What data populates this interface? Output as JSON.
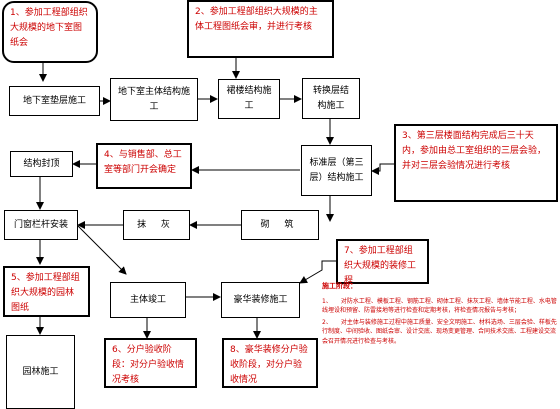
{
  "boxes": {
    "b1": "1、参加工程部组织大规模的地下室图纸会",
    "b2": "2、参加工程部组织大规模的主体工程图纸会审，并进行考核",
    "foundation": "地下室垫层施工",
    "basement": "地下室主体结构施工",
    "podium": "裙楼结构施工",
    "transfer": "转换层结构施工",
    "b3": "3、第三层楼面结构完成后三十天内，参加由总工室组织的三层会验，并对三层会验情况进行考核",
    "standard": "标准层（第三层）结构施工",
    "b4": "4、与销售部、总工室等部门开会确定",
    "roof": "结构封顶",
    "window": "门窗栏杆安装",
    "plaster": "抹    灰",
    "masonry": "砌    筑",
    "b7": "7、参加工程部组织大规模的装修工程",
    "b5": "5、参加工程部组织大规模的园林图纸",
    "acceptance": "主体竣工",
    "luxury": "豪华装修施工",
    "garden": "园林施工",
    "b6": "6、分户验收阶段：对分户验收情况考核",
    "b8": "8、豪华装修分户验收阶段，对分户验收情况"
  },
  "notes": {
    "title": "施工阶段：",
    "items": [
      "1、　　对防水工程、模板工程、钢筋工程、砌体工程、抹灰工程、墙体节能工程、水电管线埋设和预留、防雷接地等进行检查和定期考核，将检查情况报告与考核；",
      "2、　　对主体与装修施工过程中施工质量、安全文明施工、材料选场、三层会验、样板先行制度、中间验收、图纸会审、设计交底、现场变更管理、合同技术交底、工程建设交流会召开情况进行检查与考核。"
    ]
  }
}
